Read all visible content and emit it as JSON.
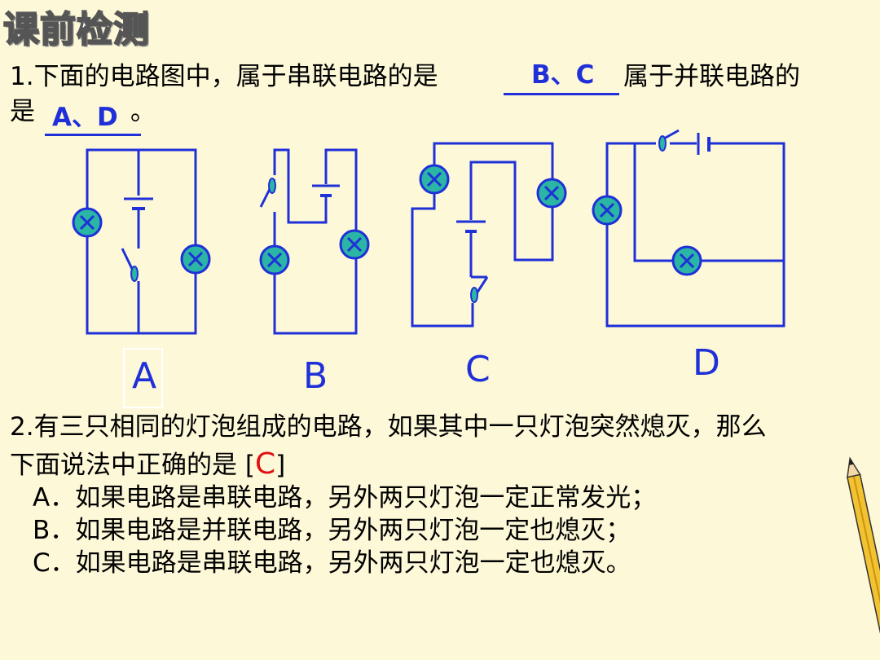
{
  "slide": {
    "title": "课前检测",
    "q1": {
      "text_part1": "1.下面的电路图中，属于串联电路的是",
      "answer_series": "B、C",
      "text_part2": "属于并联电路的",
      "text_line2_prefix": "是",
      "answer_parallel": "A、D",
      "text_line2_suffix": "。"
    },
    "circuit_labels": [
      "A",
      "B",
      "C",
      "D"
    ],
    "q2": {
      "line1": "2.有三只相同的灯泡组成的电路，如果其中一只灯泡突然熄灭，那么",
      "line2_prefix": "下面说法中正确的是 [",
      "answer": "C",
      "line2_suffix": "]",
      "options": [
        "A．如果电路是串联电路，另外两只灯泡一定正常发光；",
        "B．如果电路是并联电路，另外两只灯泡一定也熄灭；",
        "C．如果电路是串联电路，另外两只灯泡一定也熄灭。"
      ]
    },
    "colors": {
      "wire": "#1F30D8",
      "bulb_fill": "#2AB5A5",
      "answer": "#1F30D8",
      "answer2": "#E01010",
      "background": "#FDF8D8"
    },
    "icons": [
      "pencil-icon"
    ]
  }
}
